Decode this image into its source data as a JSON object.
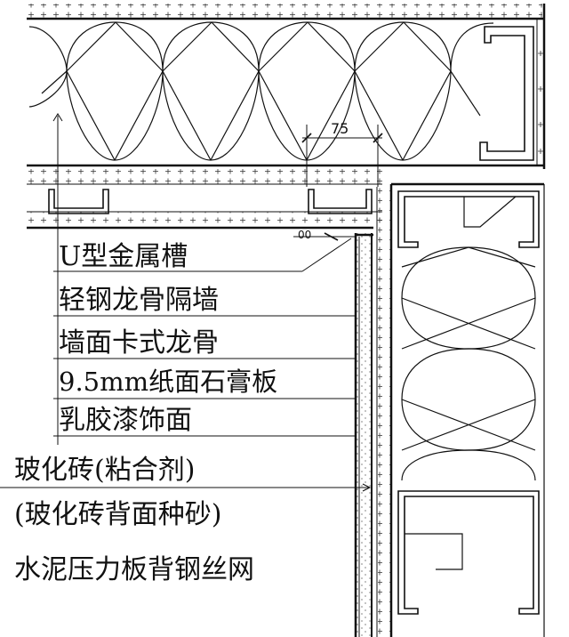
{
  "labels": {
    "u_channel": "U型金属槽",
    "light_steel_wall": "轻钢龙骨隔墙",
    "clip_keel": "墙面卡式龙骨",
    "gypsum_board": "9.5mm纸面石膏板",
    "latex_paint": "乳胶漆饰面",
    "glass_tile": "玻化砖(粘合剂)",
    "glass_tile_back": "(玻化砖背面种砂)",
    "cement_board": "水泥压力板背钢丝网"
  },
  "dimensions": {
    "top_gap": "75",
    "side_gap": "00"
  }
}
